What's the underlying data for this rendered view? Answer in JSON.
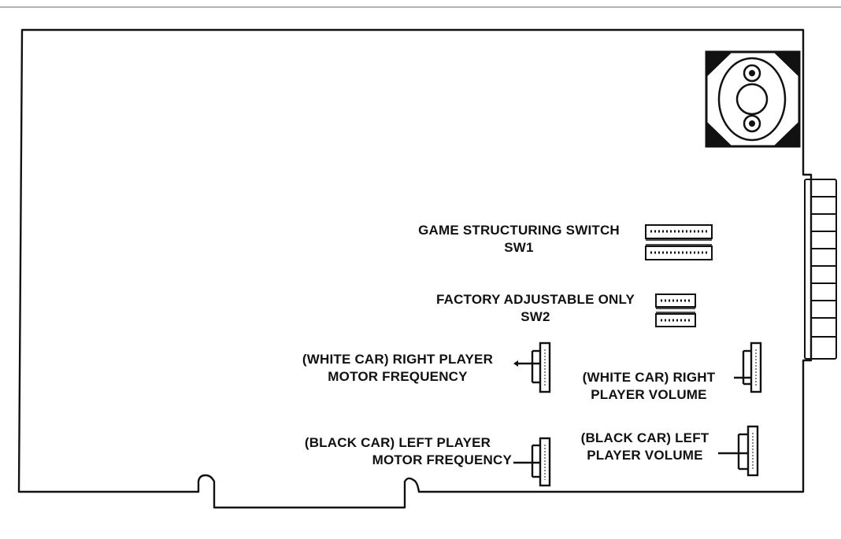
{
  "labels": {
    "game_switch": {
      "line1": "GAME STRUCTURING SWITCH",
      "line2": "SW1"
    },
    "factory_switch": {
      "line1": "FACTORY ADJUSTABLE ONLY",
      "line2": "SW2"
    },
    "white_motor": {
      "line1": "(WHITE CAR) RIGHT PLAYER",
      "line2": "MOTOR FREQUENCY"
    },
    "white_volume": {
      "line1": "(WHITE CAR) RIGHT",
      "line2": "PLAYER VOLUME"
    },
    "black_motor": {
      "line1": "(BLACK CAR) LEFT PLAYER",
      "line2": "MOTOR FREQUENCY"
    },
    "black_volume": {
      "line1": "(BLACK CAR) LEFT",
      "line2": "PLAYER VOLUME"
    }
  },
  "colors": {
    "ink": "#111111",
    "paper": "#ffffff"
  }
}
